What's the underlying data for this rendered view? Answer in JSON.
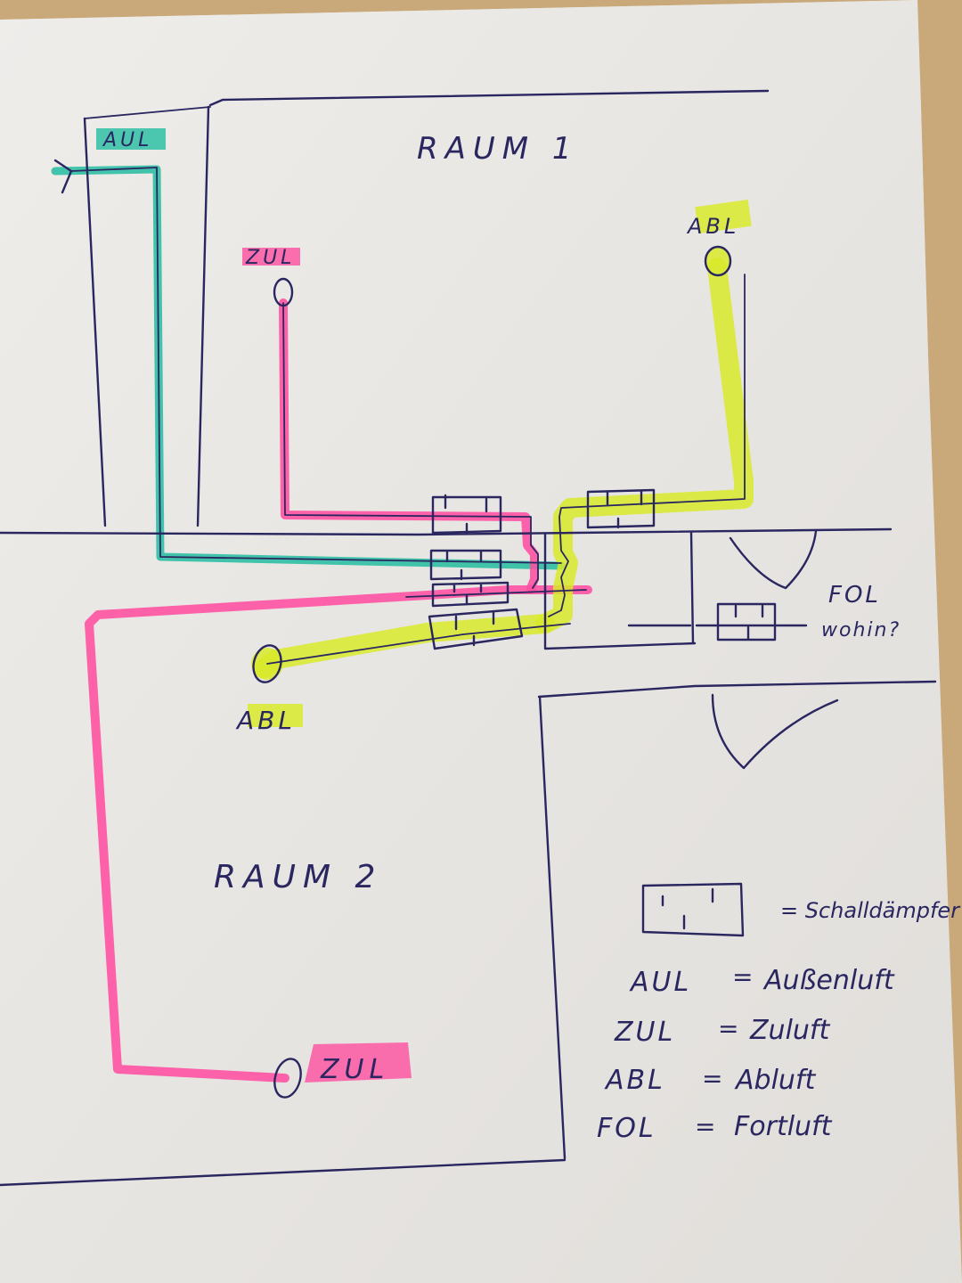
{
  "rooms": {
    "room1": "RAUM 1",
    "room2": "RAUM 2"
  },
  "labels": {
    "aul_top": "AUL",
    "zul_room1": "ZUL",
    "abl_room1": "ABL",
    "abl_room2": "ABL",
    "zul_room2": "ZUL",
    "fol_line1": "FOL",
    "fol_line2": "wohin?"
  },
  "legend": {
    "silencer_label": "= Schalldämpfer",
    "entries": [
      {
        "abbr": "AUL",
        "eq": "=",
        "meaning": "Außenluft"
      },
      {
        "abbr": "ZUL",
        "eq": "=",
        "meaning": "Zuluft"
      },
      {
        "abbr": "ABL",
        "eq": "=",
        "meaning": "Abluft"
      },
      {
        "abbr": "FOL",
        "eq": "=",
        "meaning": "Fortluft"
      }
    ]
  },
  "colors": {
    "paper": "#e9e7e4",
    "ink": "#2a2760",
    "zul_pink": "#ff4fa0",
    "aul_teal": "#2fbfa4",
    "abl_yellow": "#d8ea2a",
    "table_wood": "#c9a87a"
  }
}
